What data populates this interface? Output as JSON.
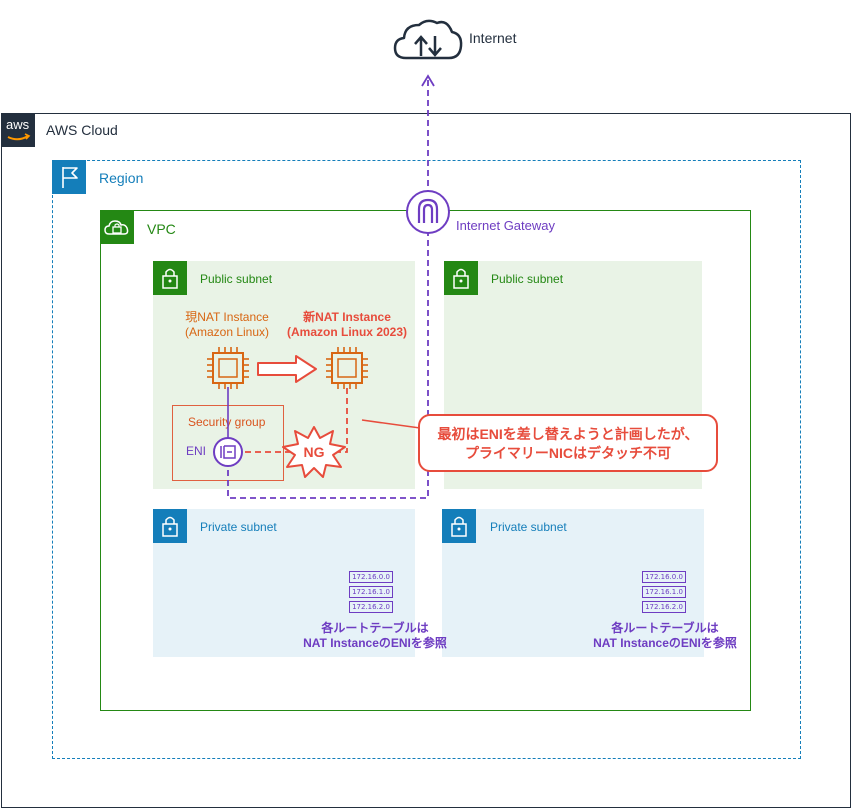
{
  "internet": {
    "label": "Internet"
  },
  "aws_cloud": {
    "label": "AWS Cloud",
    "logo_text": "aws"
  },
  "region": {
    "label": "Region"
  },
  "vpc": {
    "label": "VPC"
  },
  "internet_gateway": {
    "label": "Internet Gateway"
  },
  "public_subnet_left": {
    "label": "Public subnet"
  },
  "public_subnet_right": {
    "label": "Public subnet"
  },
  "private_subnet_left": {
    "label": "Private subnet",
    "routes": [
      "172.16.0.0",
      "172.16.1.0",
      "172.16.2.0"
    ],
    "note_line1": "各ルートテーブルは",
    "note_line2": "NAT InstanceのENIを参照"
  },
  "private_subnet_right": {
    "label": "Private subnet",
    "routes": [
      "172.16.0.0",
      "172.16.1.0",
      "172.16.2.0"
    ],
    "note_line1": "各ルートテーブルは",
    "note_line2": "NAT InstanceのENIを参照"
  },
  "current_nat": {
    "line1": "現NAT Instance",
    "line2": "(Amazon Linux)"
  },
  "new_nat": {
    "line1": "新NAT Instance",
    "line2": "(Amazon Linux 2023)"
  },
  "security_group": {
    "label": "Security group"
  },
  "eni": {
    "label": "ENI"
  },
  "ng_badge": {
    "label": "NG"
  },
  "callout": {
    "line1": "最初はENIを差し替えようと計画したが、",
    "line2": "プライマリーNICはデタッチ不可"
  },
  "colors": {
    "aws_dark": "#232f3e",
    "region_blue": "#147eba",
    "vpc_green": "#248814",
    "public_fill": "#e9f3e6",
    "private_fill": "#e6f2f8",
    "purple": "#6e3dc2",
    "ec2_orange": "#d86613",
    "red": "#e74c3c",
    "sg_red": "#e06040"
  }
}
